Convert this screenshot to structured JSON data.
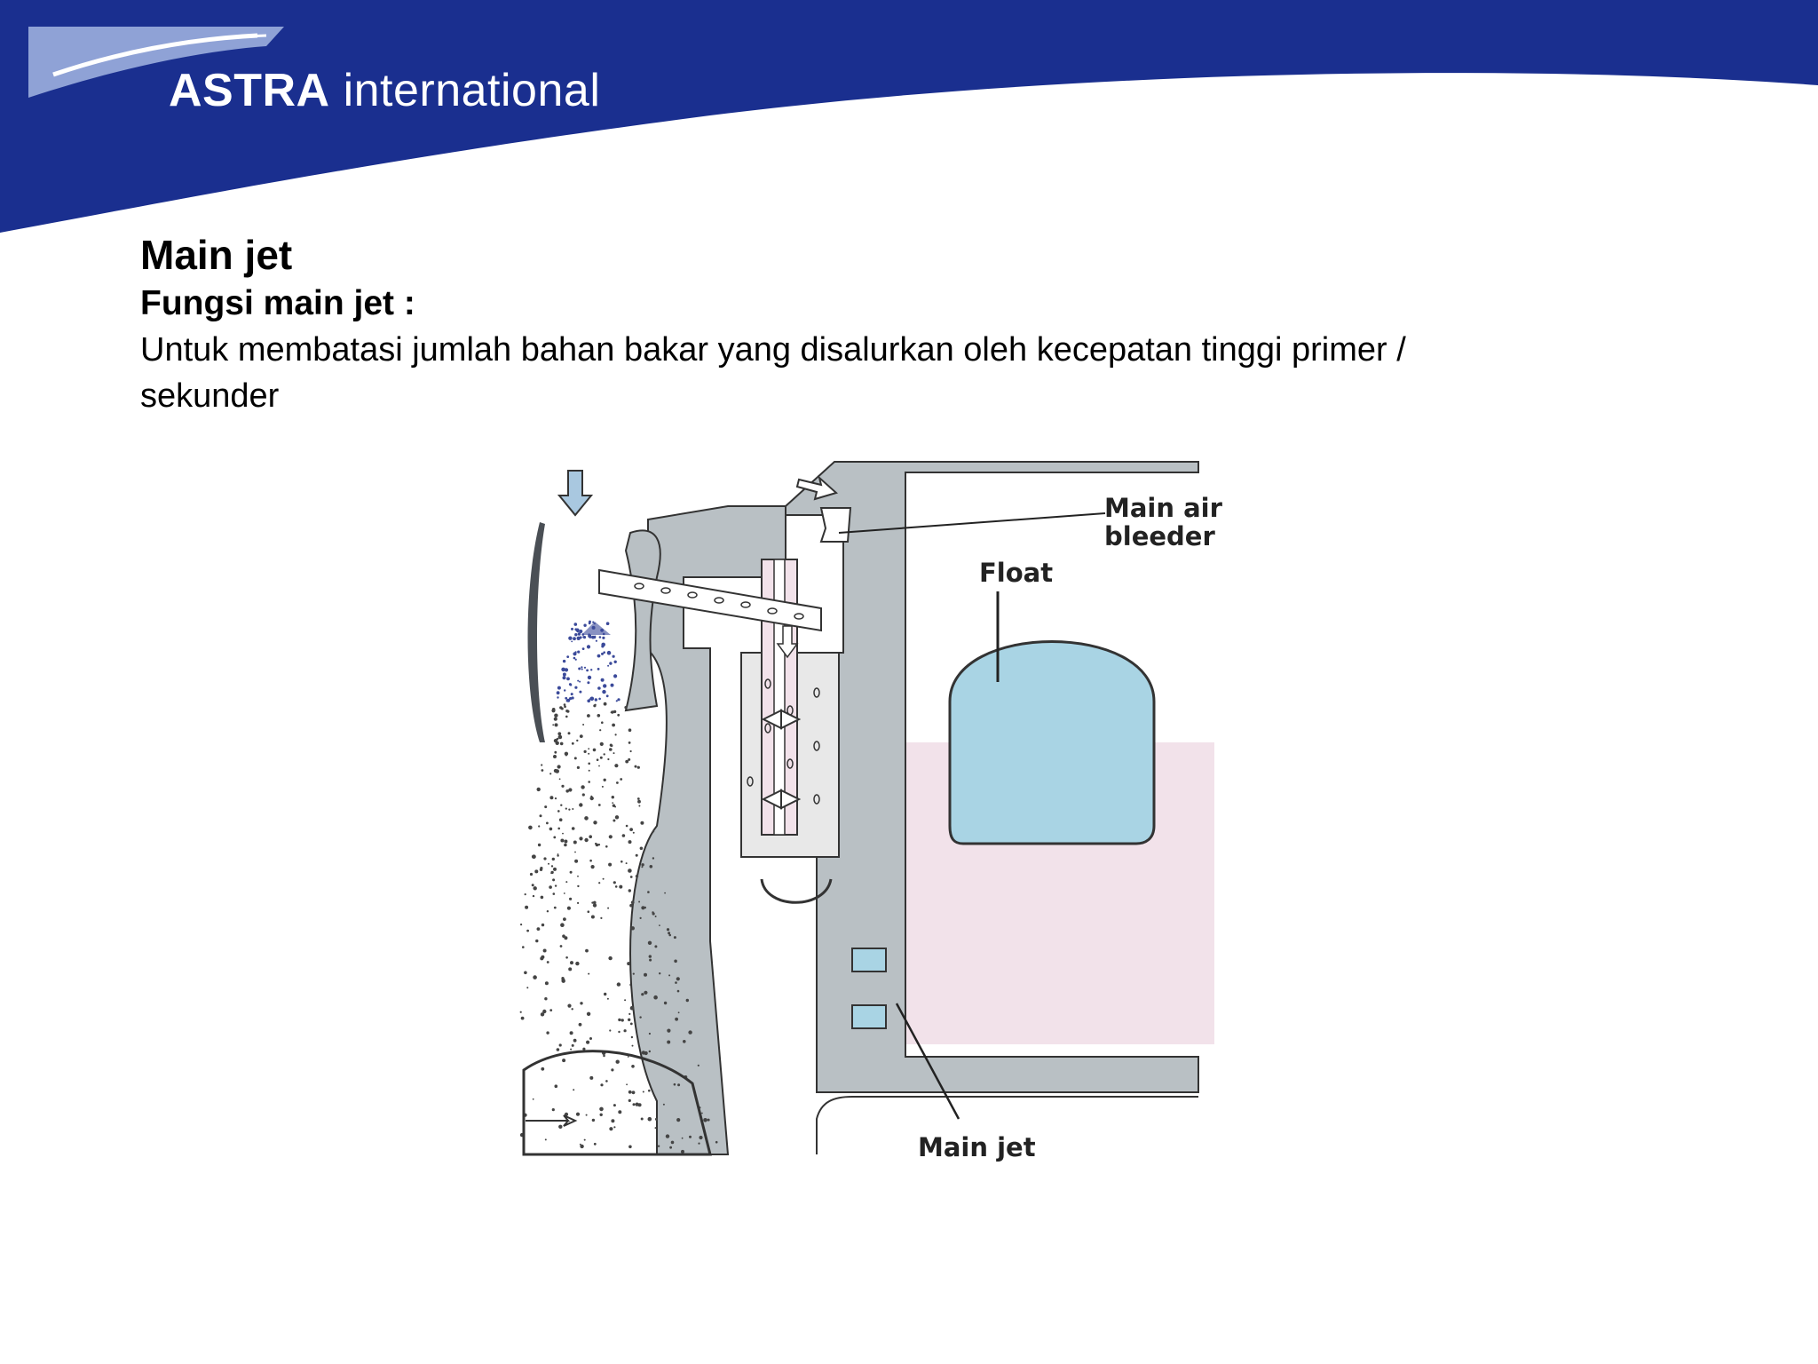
{
  "brand": {
    "logo_bold": "ASTRA",
    "logo_regular": "international",
    "colors": {
      "header_blue": "#1a2f8f",
      "swoosh": "#8fa2d6"
    }
  },
  "slide": {
    "title": "Main jet",
    "subtitle": "Fungsi main jet :",
    "body": "Untuk membatasi jumlah bahan bakar yang disalurkan oleh kecepatan tinggi primer / sekunder"
  },
  "diagram": {
    "labels": {
      "main_air_bleeder_line1": "Main air",
      "main_air_bleeder_line2": "bleeder",
      "float": "Float",
      "main_jet": "Main jet"
    },
    "colors": {
      "body_grey": "#b9c0c4",
      "fuel_pink": "#f2e2ea",
      "float_blue": "#a9d4e4"
    }
  }
}
